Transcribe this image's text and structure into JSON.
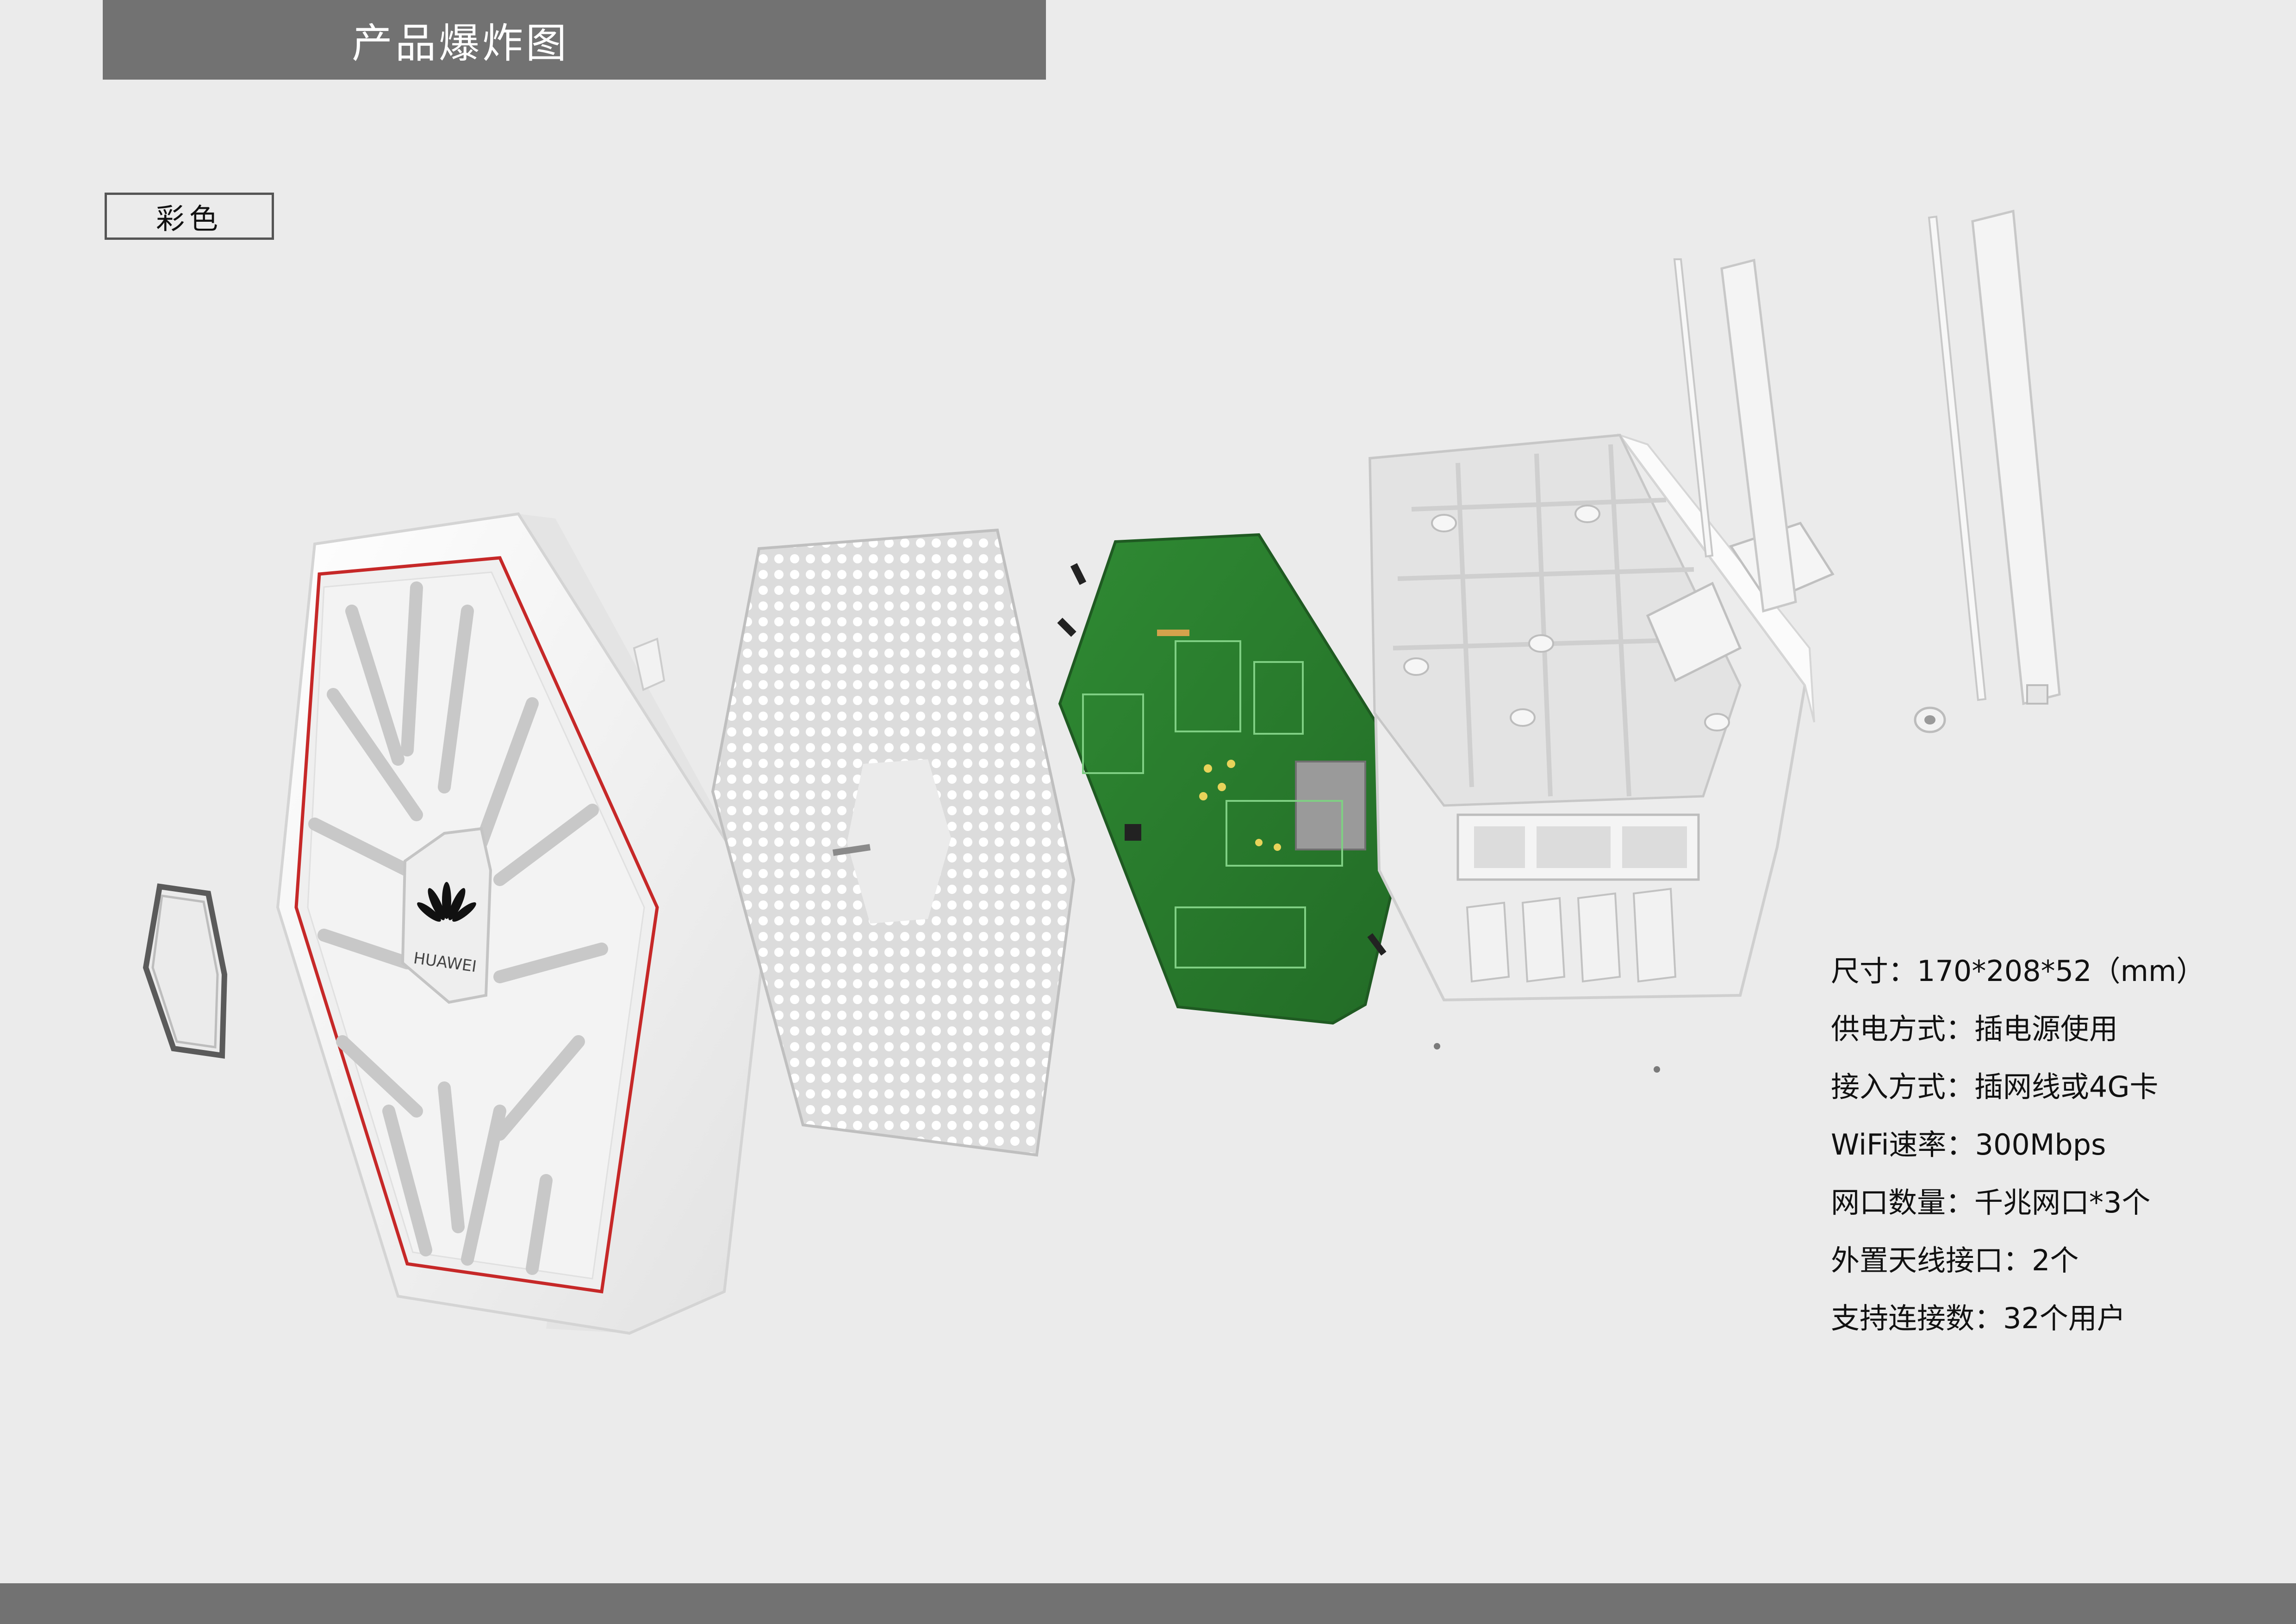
{
  "header": {
    "title": "产品爆炸图"
  },
  "tag": {
    "label": "彩色"
  },
  "logo": {
    "text": "HUAWEI"
  },
  "specs": [
    {
      "text": "尺寸：170*208*52（mm）"
    },
    {
      "text": "供电方式：插电源使用"
    },
    {
      "text": "接入方式：插网线或4G卡"
    },
    {
      "text": "WiFi速率：300Mbps"
    },
    {
      "text": "网口数量：千兆网口*3个"
    },
    {
      "text": "外置天线接口：2个"
    },
    {
      "text": "支持连接数：32个用户"
    }
  ],
  "colors": {
    "background": "#ebebeb",
    "bar": "#727272",
    "pcb": "#2e7d32",
    "accent_red": "#c62828",
    "shell": "#f7f7f7"
  }
}
